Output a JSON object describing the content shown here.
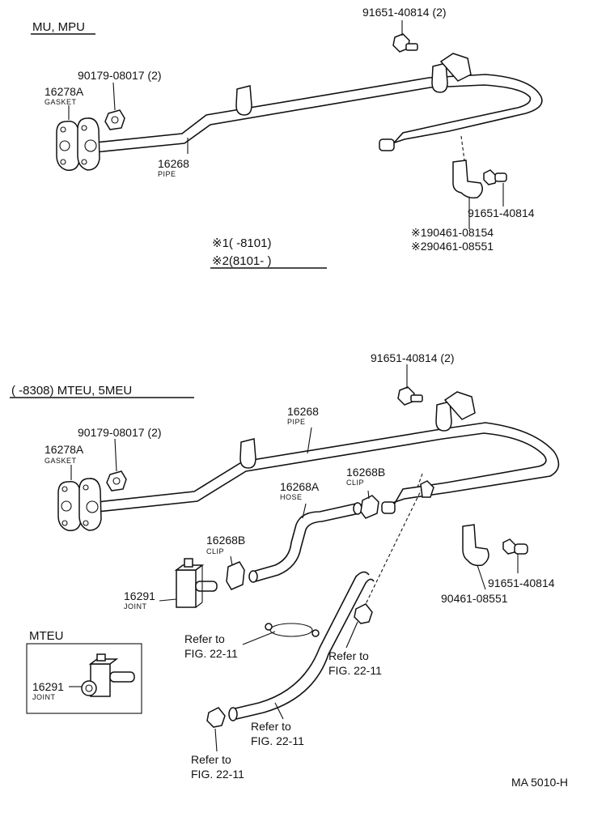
{
  "top": {
    "header": "MU, MPU",
    "bolt_qty": "91651-40814 (2)",
    "gasket_no": "16278A",
    "gasket_label": "GASKET",
    "nut_qty": "90179-08017 (2)",
    "pipe_no": "16268",
    "pipe_label": "PIPE",
    "bolt_single": "91651-40814",
    "bracket_1": "※190461-08154",
    "bracket_2": "※290461-08551",
    "note_1": "※1(       -8101)",
    "note_2": "※2(8101-        )"
  },
  "bottom": {
    "header": "(         -8308) MTEU, 5MEU",
    "bolt_qty": "91651-40814 (2)",
    "pipe_no": "16268",
    "pipe_label": "PIPE",
    "nut_qty": "90179-08017 (2)",
    "gasket_no": "16278A",
    "gasket_label": "GASKET",
    "hose_no": "16268A",
    "hose_label": "HOSE",
    "clip_no_1": "16268B",
    "clip_label_1": "CLIP",
    "clip_no_2": "16268B",
    "clip_label_2": "CLIP",
    "joint_no": "16291",
    "joint_label": "JOINT",
    "bolt_single": "91651-40814",
    "bracket": "90461-08551",
    "refer_1a": "Refer to",
    "refer_1b": "FIG. 22-11",
    "refer_2a": "Refer to",
    "refer_2b": "FIG. 22-11",
    "refer_3a": "Refer to",
    "refer_3b": "FIG. 22-11",
    "refer_4a": "Refer to",
    "refer_4b": "FIG. 22-11"
  },
  "inset": {
    "header": "MTEU",
    "joint_no": "16291",
    "joint_label": "JOINT"
  },
  "footer": {
    "code": "MA 5010-H"
  }
}
